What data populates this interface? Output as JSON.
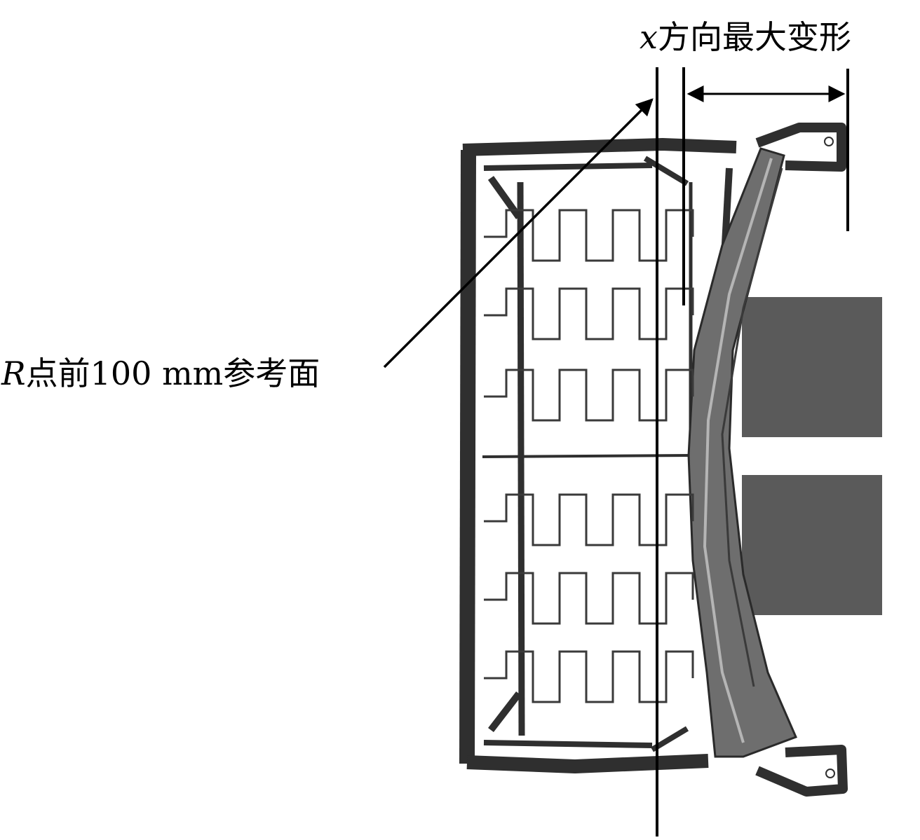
{
  "annotations": {
    "deformation": {
      "var": "x",
      "text": "方向最大变形"
    },
    "reference_plane": {
      "var": "R",
      "text": "点前100 mm参考面"
    }
  },
  "colors": {
    "frame": "#2f2f2f",
    "block": "#5a5a5a",
    "spring": "#3a3a3a",
    "line": "#000000"
  }
}
